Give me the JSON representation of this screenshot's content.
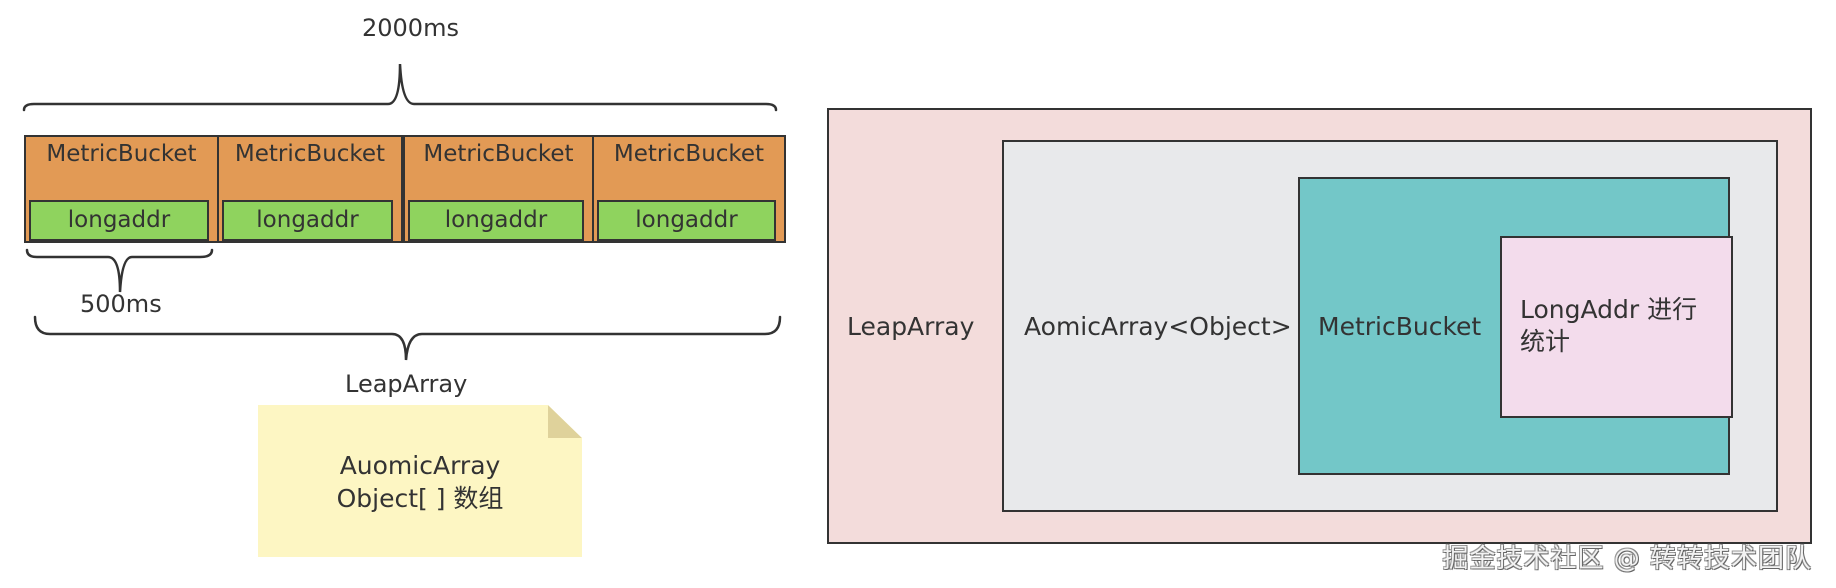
{
  "left_diagram": {
    "top_brace_label": "2000ms",
    "small_brace_label": "500ms",
    "bottom_brace_label": "LeapArray",
    "buckets": [
      {
        "title": "MetricBucket",
        "inner": "longaddr"
      },
      {
        "title": "MetricBucket",
        "inner": "longaddr"
      },
      {
        "title": "MetricBucket",
        "inner": "longaddr"
      },
      {
        "title": "MetricBucket",
        "inner": "longaddr"
      }
    ],
    "note": {
      "line1": "AuomicArray",
      "line2": "Object[ ]  数组"
    }
  },
  "right_diagram": {
    "outer_label": "LeapArray",
    "array_label": "AomicArray<Object>",
    "bucket_label": "MetricBucket",
    "adder_label_line1": "LongAddr 进行",
    "adder_label_line2": "统计"
  },
  "colors": {
    "bucket": "#e29a55",
    "adder": "#8fd35e",
    "note": "#fdf6c3",
    "leap_array": "#f3dcdb",
    "aomic_array": "#e8e9eb",
    "metric_bucket": "#73c7c8",
    "long_addr": "#f3dcec"
  },
  "watermark": "掘金技术社区 @ 转转技术团队"
}
